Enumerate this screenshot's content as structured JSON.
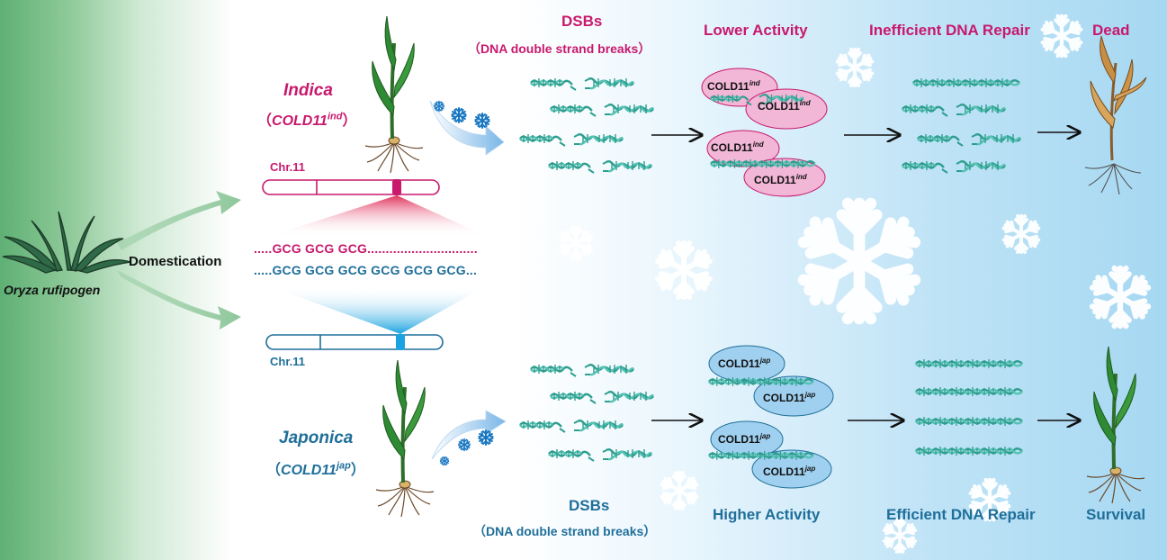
{
  "colors": {
    "indica": "#c8196d",
    "japonica": "#1f6f9a",
    "dna": "#2e9e8f",
    "ind_protein": "#f2b6d6",
    "jap_protein": "#9fd0f0"
  },
  "icons": [
    "snowflake-icon",
    "dna-helix-icon",
    "rice-plant-icon",
    "wild-rice-icon",
    "arrow-icon",
    "chromosome-icon"
  ],
  "wild": {
    "name": "Oryza rufipogen",
    "process": "Domestication"
  },
  "indica": {
    "name": "Indica",
    "allele_open": "（",
    "allele_base": "COLD11",
    "allele_sup": "ind",
    "allele_close": "）",
    "chromosome": "Chr.11",
    "sequence": ".....GCG GCG GCG..............................",
    "dsb_title": "DSBs",
    "dsb_sub": "（DNA double strand breaks）",
    "activity": "Lower Activity",
    "repair": "Inefficient DNA Repair",
    "outcome": "Dead",
    "protein_base": "COLD11",
    "protein_sup": "ind"
  },
  "japonica": {
    "name": "Japonica",
    "allele_open": "（",
    "allele_base": "COLD11",
    "allele_sup": "jap",
    "allele_close": "）",
    "chromosome": "Chr.11",
    "sequence": ".....GCG GCG GCG GCG GCG GCG...",
    "dsb_title": "DSBs",
    "dsb_sub": "（DNA double strand breaks）",
    "activity": "Higher Activity",
    "repair": "Efficient DNA Repair",
    "outcome": "Survival",
    "protein_base": "COLD11",
    "protein_sup": "jap"
  }
}
